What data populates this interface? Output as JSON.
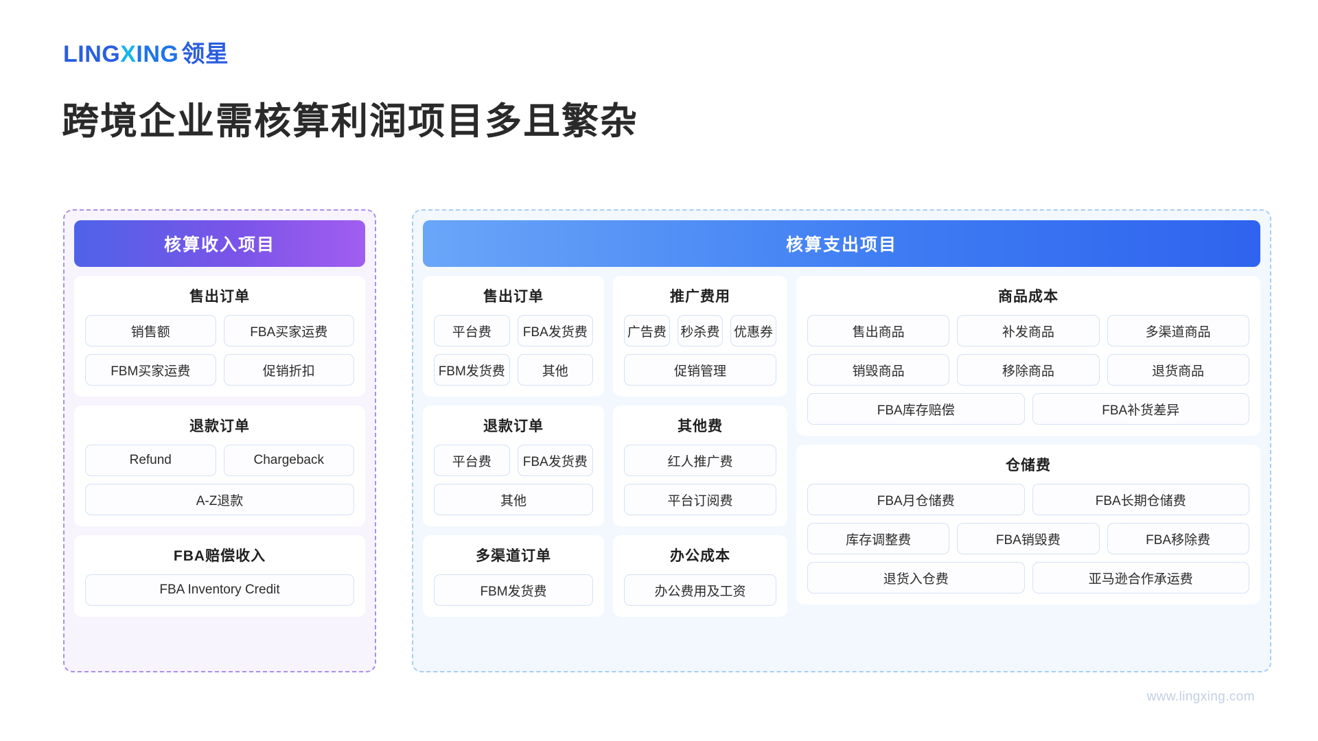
{
  "brand": {
    "logo_ling": "LING",
    "logo_x": "X",
    "logo_ing": "ING",
    "logo_cn": "领星",
    "accent_blue": "#2a5ee0",
    "accent_cyan": "#18b5e8"
  },
  "title": "跨境企业需核算利润项目多且繁杂",
  "footer": {
    "url": "www.lingxing.com"
  },
  "income_panel": {
    "header": "核算收入项目",
    "header_gradient_from": "#4f63e8",
    "header_gradient_to": "#a15ef0",
    "border_color": "#a98fe8",
    "cards": [
      {
        "title": "售出订单",
        "items": [
          "销售额",
          "FBA买家运费",
          "FBM买家运费",
          "促销折扣"
        ],
        "layout": [
          "half",
          "half",
          "half",
          "half"
        ]
      },
      {
        "title": "退款订单",
        "items": [
          "Refund",
          "Chargeback",
          "A-Z退款"
        ],
        "layout": [
          "half",
          "half",
          "full"
        ]
      },
      {
        "title": "FBA赔偿收入",
        "items": [
          "FBA Inventory Credit"
        ],
        "layout": [
          "full"
        ]
      }
    ]
  },
  "expense_panel": {
    "header": "核算支出项目",
    "header_gradient_from": "#6aa6f8",
    "header_gradient_to": "#2f63ee",
    "border_color": "#a8cdf5",
    "columns": [
      {
        "cards": [
          {
            "title": "售出订单",
            "items": [
              "平台费",
              "FBA发货费",
              "FBM发货费",
              "其他"
            ],
            "layout": [
              "half",
              "half",
              "half",
              "half"
            ]
          },
          {
            "title": "退款订单",
            "items": [
              "平台费",
              "FBA发货费",
              "其他"
            ],
            "layout": [
              "half",
              "half",
              "full"
            ]
          },
          {
            "title": "多渠道订单",
            "items": [
              "FBM发货费"
            ],
            "layout": [
              "full"
            ]
          }
        ]
      },
      {
        "cards": [
          {
            "title": "推广费用",
            "items": [
              "广告费",
              "秒杀费",
              "优惠券",
              "促销管理"
            ],
            "layout": [
              "third",
              "third",
              "third",
              "full"
            ]
          },
          {
            "title": "其他费",
            "items": [
              "红人推广费",
              "平台订阅费"
            ],
            "layout": [
              "full",
              "full"
            ]
          },
          {
            "title": "办公成本",
            "items": [
              "办公费用及工资"
            ],
            "layout": [
              "full"
            ]
          }
        ]
      },
      {
        "cards": [
          {
            "title": "商品成本",
            "items": [
              "售出商品",
              "补发商品",
              "多渠道商品",
              "销毁商品",
              "移除商品",
              "退货商品",
              "FBA库存赔偿",
              "FBA补货差异"
            ],
            "layout": [
              "third",
              "third",
              "third",
              "third",
              "third",
              "third",
              "half",
              "half"
            ]
          },
          {
            "title": "仓储费",
            "items": [
              "FBA月仓储费",
              "FBA长期仓储费",
              "库存调整费",
              "FBA销毁费",
              "FBA移除费",
              "退货入仓费",
              "亚马逊合作承运费"
            ],
            "layout": [
              "half",
              "half",
              "third",
              "third",
              "third",
              "half",
              "half"
            ]
          }
        ]
      }
    ]
  }
}
